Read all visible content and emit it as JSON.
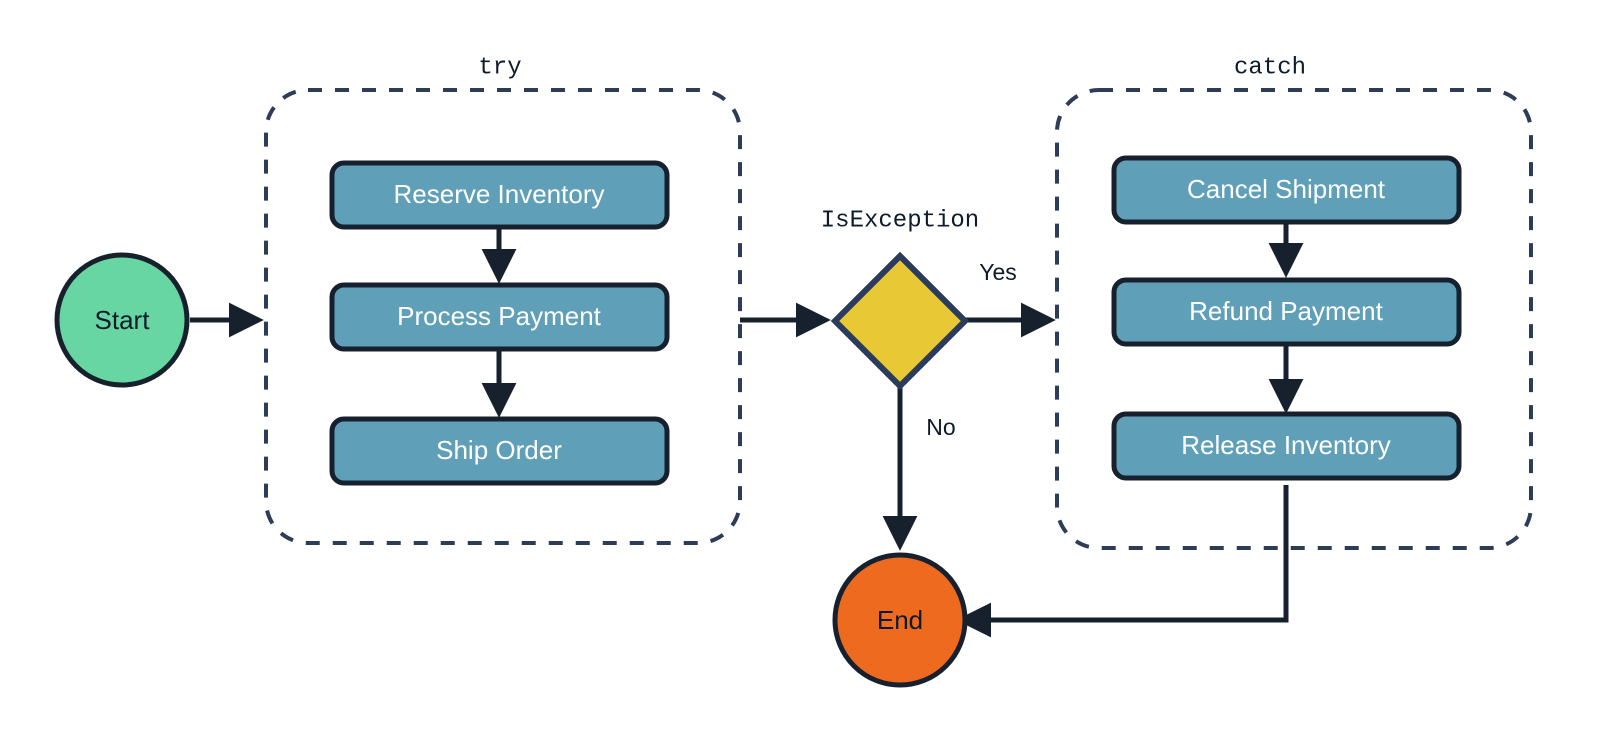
{
  "diagram": {
    "type": "flowchart",
    "title": "",
    "background_color": "#ffffff",
    "palette": {
      "start_fill": "#68d6a3",
      "end_fill": "#ed6a1e",
      "process_fill": "#5fa0b8",
      "decision_fill": "#e8c935",
      "stroke_dark": "#17212e",
      "decision_stroke": "#2b3b5c",
      "group_stroke": "#2e3d57",
      "process_text": "#ffffff",
      "label_text": "#0e1b2a"
    },
    "groups": [
      {
        "id": "try",
        "label": "try",
        "style": "dashed-rounded"
      },
      {
        "id": "catch",
        "label": "catch",
        "style": "dashed-rounded"
      }
    ],
    "nodes": [
      {
        "id": "start",
        "label": "Start",
        "shape": "circle",
        "group": null
      },
      {
        "id": "reserve_inventory",
        "label": "Reserve Inventory",
        "shape": "rounded-rect",
        "group": "try"
      },
      {
        "id": "process_payment",
        "label": "Process Payment",
        "shape": "rounded-rect",
        "group": "try"
      },
      {
        "id": "ship_order",
        "label": "Ship Order",
        "shape": "rounded-rect",
        "group": "try"
      },
      {
        "id": "is_exception",
        "label": "IsException",
        "shape": "diamond",
        "group": null
      },
      {
        "id": "cancel_shipment",
        "label": "Cancel Shipment",
        "shape": "rounded-rect",
        "group": "catch"
      },
      {
        "id": "refund_payment",
        "label": "Refund Payment",
        "shape": "rounded-rect",
        "group": "catch"
      },
      {
        "id": "release_inventory",
        "label": "Release Inventory",
        "shape": "rounded-rect",
        "group": "catch"
      },
      {
        "id": "end",
        "label": "End",
        "shape": "circle",
        "group": null
      }
    ],
    "edges": [
      {
        "from": "start",
        "to": "try",
        "label": ""
      },
      {
        "from": "reserve_inventory",
        "to": "process_payment",
        "label": ""
      },
      {
        "from": "process_payment",
        "to": "ship_order",
        "label": ""
      },
      {
        "from": "try",
        "to": "is_exception",
        "label": ""
      },
      {
        "from": "is_exception",
        "to": "catch",
        "label": "Yes"
      },
      {
        "from": "is_exception",
        "to": "end",
        "label": "No"
      },
      {
        "from": "cancel_shipment",
        "to": "refund_payment",
        "label": ""
      },
      {
        "from": "refund_payment",
        "to": "release_inventory",
        "label": ""
      },
      {
        "from": "release_inventory",
        "to": "end",
        "label": ""
      }
    ],
    "edge_labels": {
      "yes": "Yes",
      "no": "No"
    }
  }
}
